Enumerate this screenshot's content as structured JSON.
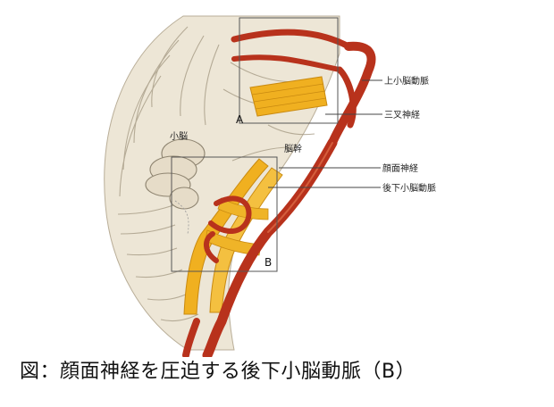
{
  "figure": {
    "labels": {
      "superior_cerebellar_artery": "上小脳動脈",
      "trigeminal_nerve": "三叉神経",
      "facial_nerve": "顔面神経",
      "pica": "後下小脳動脈",
      "flocculus": "小脳",
      "brainstem": "脳幹",
      "box_a": "A",
      "box_b": "B"
    },
    "colors": {
      "artery": "#b8321c",
      "artery_highlight": "#e0704a",
      "nerve": "#f0b020",
      "nerve_dark": "#c98a10",
      "cerebellum": "#ede6d6",
      "cerebellum_line": "#a79c86"
    }
  },
  "caption": "図：顔面神経を圧迫する後下小脳動脈（B）"
}
